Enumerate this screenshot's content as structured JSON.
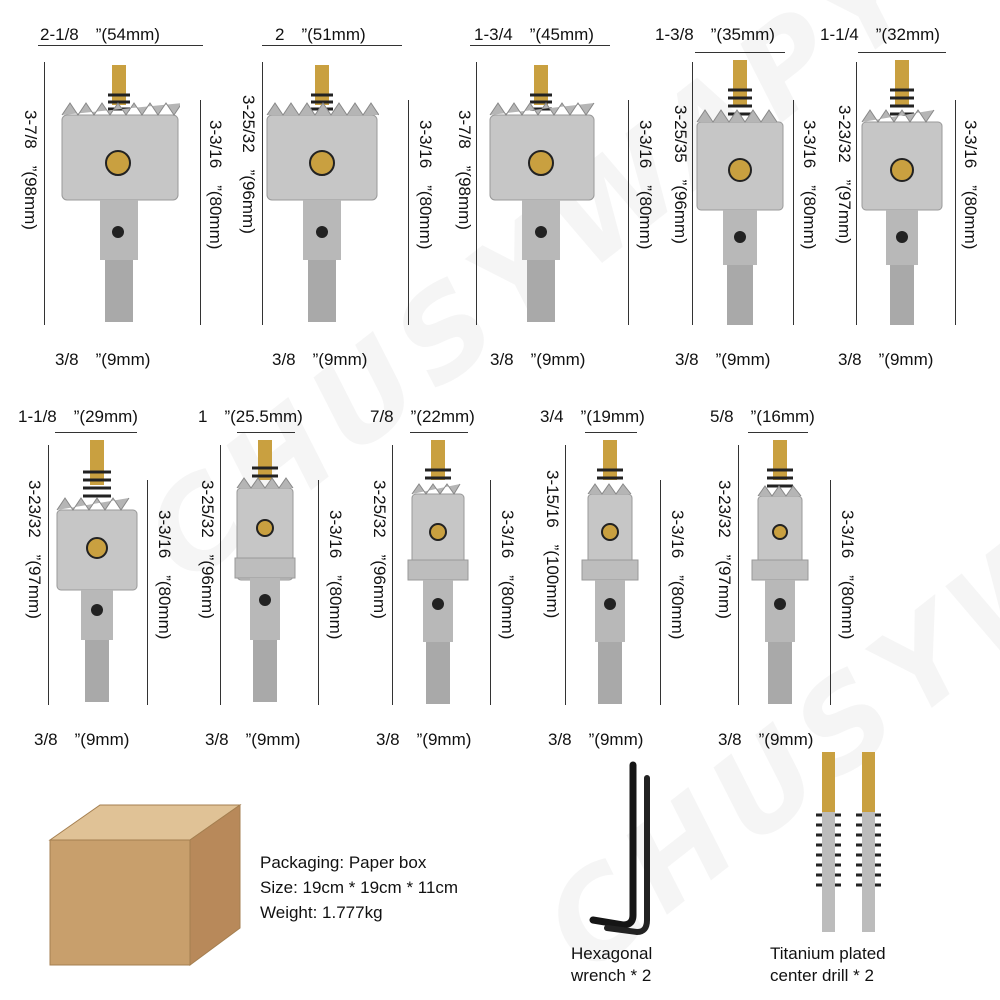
{
  "watermark": "CHUSYWAPY",
  "row1": [
    {
      "width": "2-1/8　”(54mm)",
      "total": "3-7/8　”(98mm)",
      "body": "3-3/16　”(80mm)",
      "shank": "3/8　”(9mm)"
    },
    {
      "width": "2　”(51mm)",
      "total": "3-25/32　”(96mm)",
      "body": "3-3/16　”(80mm)",
      "shank": "3/8　”(9mm)"
    },
    {
      "width": "1-3/4　”(45mm)",
      "total": "3-7/8　”(98mm)",
      "body": "3-3/16　”(80mm)",
      "shank": "3/8　”(9mm)"
    },
    {
      "width": "1-3/8　”(35mm)",
      "total": "3-25/35　”(96mm)",
      "body": "3-3/16　”(80mm)",
      "shank": "3/8　”(9mm)"
    },
    {
      "width": "1-1/4　”(32mm)",
      "total": "3-23/32　”(97mm)",
      "body": "3-3/16　”(80mm)",
      "shank": "3/8　”(9mm)"
    }
  ],
  "row2": [
    {
      "width": "1-1/8　”(29mm)",
      "total": "3-23/32　”(97mm)",
      "body": "3-3/16　”(80mm)",
      "shank": "3/8　”(9mm)"
    },
    {
      "width": "1　”(25.5mm)",
      "total": "3-25/32　”(96mm)",
      "body": "3-3/16　”(80mm)",
      "shank": "3/8　”(9mm)"
    },
    {
      "width": "7/8　”(22mm)",
      "total": "3-25/32　”(96mm)",
      "body": "3-3/16　”(80mm)",
      "shank": "3/8　”(9mm)"
    },
    {
      "width": "3/4　”(19mm)",
      "total": "3-15/16　”(100mm)",
      "body": "3-3/16　”(80mm)",
      "shank": "3/8　”(9mm)"
    },
    {
      "width": "5/8　”(16mm)",
      "total": "3-23/32　”(97mm)",
      "body": "3-3/16　”(80mm)",
      "shank": "3/8　”(9mm)"
    }
  ],
  "packaging": {
    "line1": "Packaging: Paper box",
    "line2": "Size: 19cm * 19cm * 11cm",
    "line3": "Weight: 1.777kg"
  },
  "accessories": {
    "wrench_line1": "Hexagonal",
    "wrench_line2": "wrench * 2",
    "drill_line1": "Titanium plated",
    "drill_line2": "center drill * 2"
  },
  "colors": {
    "steel": "#c4c4c4",
    "gold": "#c9a040",
    "box": "#cfa877"
  }
}
